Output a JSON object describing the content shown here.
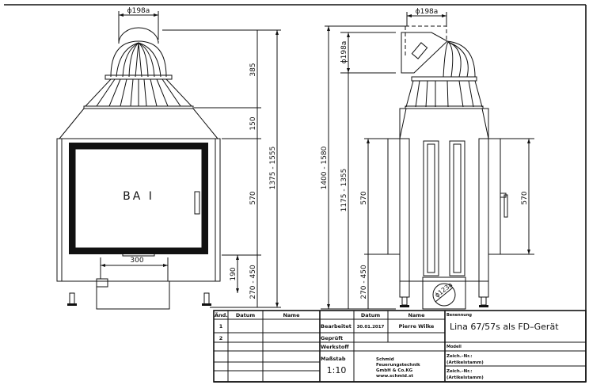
{
  "front_view": {
    "collar_dia": "ϕ198a",
    "glass_label": "BA I",
    "dims": {
      "top": "385",
      "cone": "150",
      "total": "1375 - 1555",
      "door": "570",
      "base": "270 - 450",
      "low": "190",
      "width": "300"
    }
  },
  "side_view": {
    "collar_dia": "ϕ198a",
    "side_collar_dia": "ϕ198a",
    "bottom_dia": "ϕ123a",
    "dims": {
      "total": "1400 - 1580",
      "side_outlet": "1175 - 1355",
      "door_left": "570",
      "base": "270 - 450",
      "door_right": "570"
    }
  },
  "title_block": {
    "revision_headers": [
      "Änd.",
      "Datum",
      "Name"
    ],
    "revisions": [
      "1",
      "2"
    ],
    "col_datum": "Datum",
    "col_name": "Name",
    "bearbeitet_label": "Bearbeitet",
    "bearbeitet_date": "30.01.2017",
    "bearbeitet_name": "Pierre Wilke",
    "geprueft_label": "Geprüft",
    "werkstoff_label": "Werkstoff",
    "massstab_label": "Maßstab",
    "massstab_value": "1:10",
    "company": [
      "Schmid",
      "Feuerungstechnik",
      "GmbH & Co.KG",
      "www.schmid.st"
    ],
    "benennung_label": "Benennung",
    "title": "Lina 67/57s als FD–Gerät",
    "modell_label": "Modell",
    "zeich1": [
      "Zeich.–Nr.:",
      "(Artikelstamm)"
    ],
    "zeich2": [
      "Zeich.–Nr.:",
      "(Artikelstamm)"
    ]
  }
}
